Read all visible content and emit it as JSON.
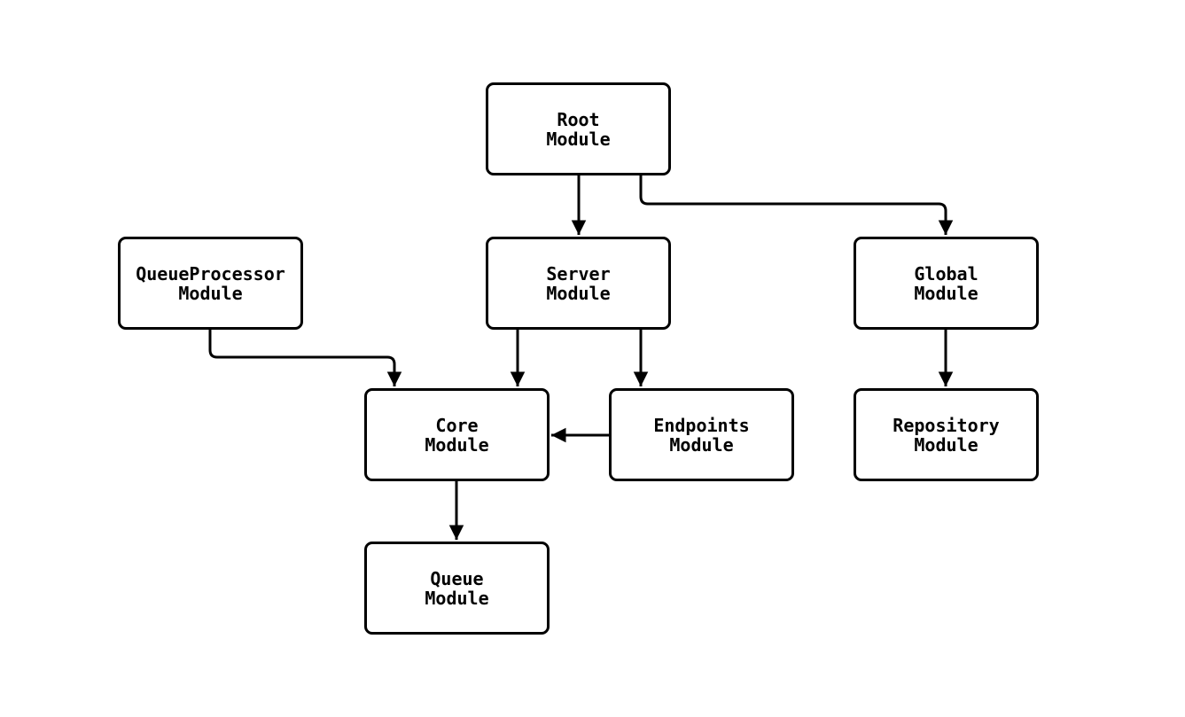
{
  "canvas": {
    "background_color": "#ffffff",
    "stroke_color": "#000000",
    "node_fill_color": "#ffffff"
  },
  "nodes": {
    "root": {
      "label": "Root\nModule"
    },
    "queueprocessor": {
      "label": "QueueProcessor\nModule"
    },
    "server": {
      "label": "Server\nModule"
    },
    "global": {
      "label": "Global\nModule"
    },
    "core": {
      "label": "Core\nModule"
    },
    "endpoints": {
      "label": "Endpoints\nModule"
    },
    "repository": {
      "label": "Repository\nModule"
    },
    "queue": {
      "label": "Queue\nModule"
    }
  },
  "edges": [
    {
      "from": "Root Module",
      "to": "Server Module"
    },
    {
      "from": "Root Module",
      "to": "Global Module"
    },
    {
      "from": "QueueProcessor Module",
      "to": "Core Module"
    },
    {
      "from": "Server Module",
      "to": "Core Module"
    },
    {
      "from": "Server Module",
      "to": "Endpoints Module"
    },
    {
      "from": "Endpoints Module",
      "to": "Core Module"
    },
    {
      "from": "Global Module",
      "to": "Repository Module"
    },
    {
      "from": "Core Module",
      "to": "Queue Module"
    }
  ]
}
